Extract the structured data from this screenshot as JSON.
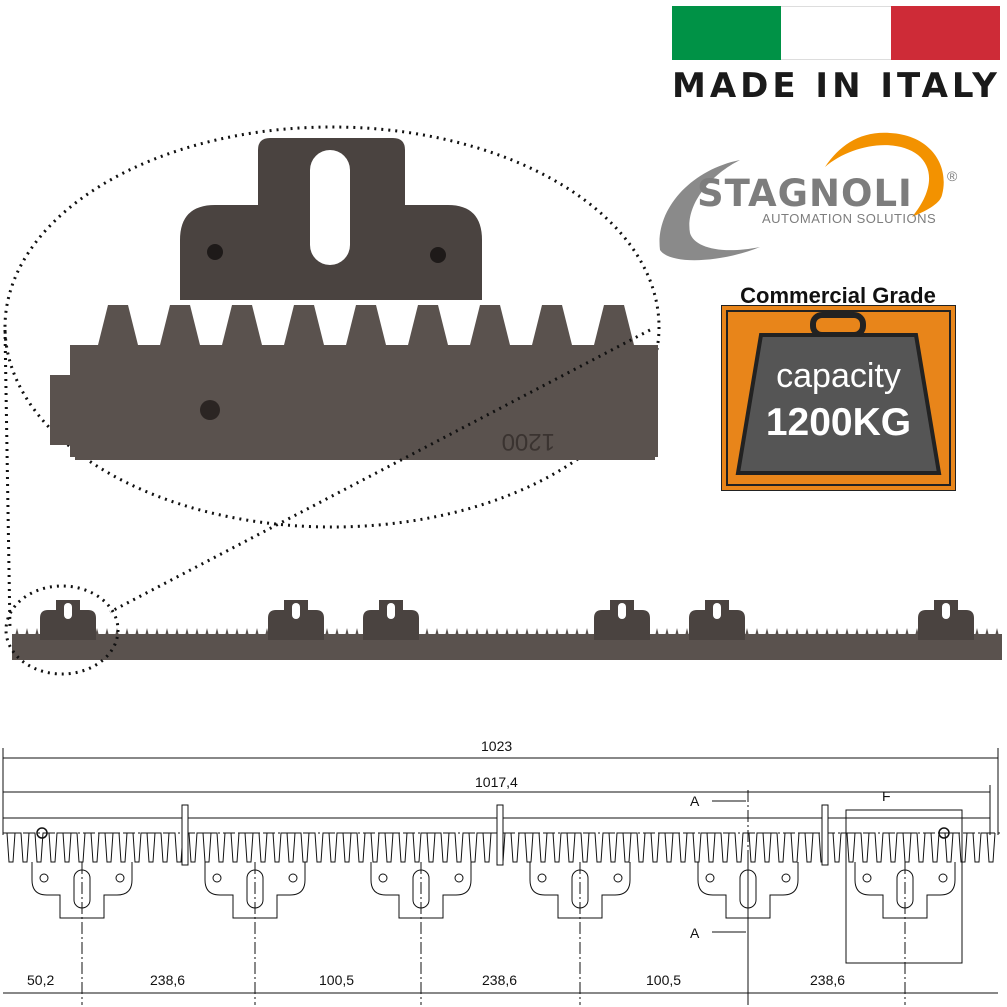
{
  "flag": {
    "colors": [
      "#009246",
      "#ffffff",
      "#ce2b37"
    ]
  },
  "made_in": "MADE IN ITALY",
  "brand": {
    "name": "STAGNOLI",
    "registered": "®",
    "tagline": "AUTOMATION SOLUTIONS",
    "swoosh_color": "#f39200",
    "text_color": "#7d7d7d"
  },
  "capacity_badge": {
    "title": "Commercial Grade",
    "word": "capacity",
    "value": "1200KG",
    "background": "#e8851a",
    "weight_color": "#555555"
  },
  "product_photo": {
    "zoom_mark": "1200",
    "rack_color": "#4a4340"
  },
  "technical_drawing": {
    "overall_length": "1023",
    "pitch_length": "1017,4",
    "section_marks": [
      "A",
      "A"
    ],
    "detail_mark": "F",
    "spacings": [
      "50,2",
      "238,6",
      "100,5",
      "238,6",
      "100,5",
      "238,6"
    ]
  }
}
